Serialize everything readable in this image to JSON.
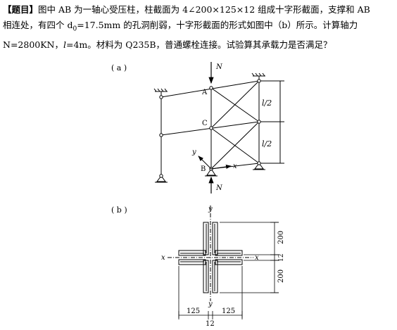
{
  "problem": {
    "tag": "【题目】",
    "line1": "图中 AB 为一轴心受压柱，柱截面为 4∠200×125×12 组成十字形截面，支撑和 AB",
    "line2_a": "相连处，有四个  d",
    "line2_sub": "0",
    "line2_b": "=17.5mm 的孔洞削弱，十字形截面的形式如图中（b）所示。计算轴力",
    "line3_a": "N=2800KN，",
    "line3_l": "l",
    "line3_b": "=4m。材料为 Q235B，普通螺栓连接。试验算其承载力是否满足？"
  },
  "figure_a": {
    "label": "( a )",
    "node_a": "A",
    "node_c": "C",
    "node_b": "B",
    "force_top": "N",
    "force_bottom": "N",
    "axis_x": "x",
    "axis_y": "y",
    "dim_upper": "l/2",
    "dim_lower": "l/2"
  },
  "figure_b": {
    "label": "( b )",
    "axis_y_top": "y",
    "axis_y_bottom": "y",
    "axis_x_left": "x",
    "axis_x_right": "x",
    "dim_200_top": "200",
    "dim_12_mid": "12",
    "dim_200_bottom": "200",
    "dim_125_left": "125",
    "dim_125_right": "125",
    "dim_12_bottom": "12"
  }
}
